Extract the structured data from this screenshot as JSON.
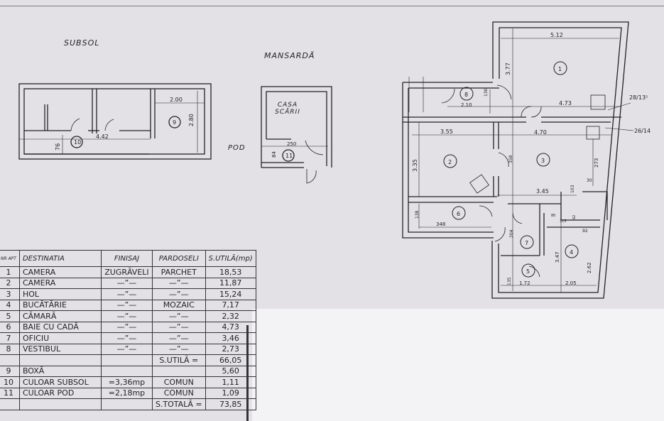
{
  "plans": {
    "subsol": {
      "title": "SUBSOL",
      "dims": [
        "2.00",
        "4.42",
        "2.80",
        "76"
      ],
      "rooms": [
        "9",
        "10"
      ]
    },
    "mansarda": {
      "title": "MANSARDĂ",
      "pod": "POD",
      "room_label": "CASA SCĂRII",
      "dims": [
        "250",
        "84"
      ],
      "rooms": [
        "11"
      ]
    },
    "main": {
      "rooms": [
        "1",
        "2",
        "3",
        "4",
        "5",
        "6",
        "7",
        "8"
      ],
      "dims": {
        "d512": "5.12",
        "d377": "3.77",
        "d473": "4.73",
        "d130": "130",
        "d210": "2.10",
        "d355": "3.55",
        "d470": "4.70",
        "d335": "3.35",
        "d358": "358",
        "d273": "273",
        "d30": "30",
        "d345": "3.45",
        "d103": "103",
        "d138": "138",
        "d348": "348",
        "d204": "204",
        "d115": "115",
        "d80": "80",
        "d62": "62",
        "d92": "92",
        "d347": "3.47",
        "d262": "2.62",
        "d135": "135",
        "d172": "1.72",
        "d205": "2.05"
      },
      "notes": [
        "28/13⁵",
        "26/14"
      ]
    }
  },
  "table": {
    "headers": [
      "NR APT",
      "DESTINATIA",
      "FINISAJ",
      "PARDOSELI",
      "S.UTILĂ(mp)"
    ],
    "rows": [
      {
        "nr": "1",
        "dest": "CAMERA",
        "fin": "ZUGRĂVELI",
        "par": "PARCHET",
        "su": "18,53"
      },
      {
        "nr": "2",
        "dest": "CAMERA",
        "fin": "—”—",
        "par": "—”—",
        "su": "11,87"
      },
      {
        "nr": "3",
        "dest": "HOL",
        "fin": "—”—",
        "par": "—”—",
        "su": "15,24"
      },
      {
        "nr": "4",
        "dest": "BUCĂTĂRIE",
        "fin": "—”—",
        "par": "MOZAIC",
        "su": "7,17"
      },
      {
        "nr": "5",
        "dest": "CĂMARĂ",
        "fin": "—”—",
        "par": "—”—",
        "su": "2,32"
      },
      {
        "nr": "6",
        "dest": "BAIE CU CADĂ",
        "fin": "—”—",
        "par": "—”—",
        "su": "4,73"
      },
      {
        "nr": "7",
        "dest": "OFICIU",
        "fin": "—”—",
        "par": "—”—",
        "su": "3,46"
      },
      {
        "nr": "8",
        "dest": "VESTIBUL",
        "fin": "—”—",
        "par": "—”—",
        "su": "2,73"
      },
      {
        "nr": "",
        "dest": "",
        "fin": "",
        "par": "S.UTILĂ =",
        "su": "66,05"
      },
      {
        "nr": "9",
        "dest": "BOXĂ",
        "fin": "",
        "par": "",
        "su": "5,60"
      },
      {
        "nr": "10",
        "dest": "CULOAR SUBSOL",
        "fin": "=3,36mp",
        "par": "COMUN",
        "su": "1,11"
      },
      {
        "nr": "11",
        "dest": "CULOAR POD",
        "fin": "=2,18mp",
        "par": "COMUN",
        "su": "1,09"
      },
      {
        "nr": "",
        "dest": "",
        "fin": "",
        "par": "S.TOTALĂ =",
        "su": "73,85"
      }
    ]
  }
}
